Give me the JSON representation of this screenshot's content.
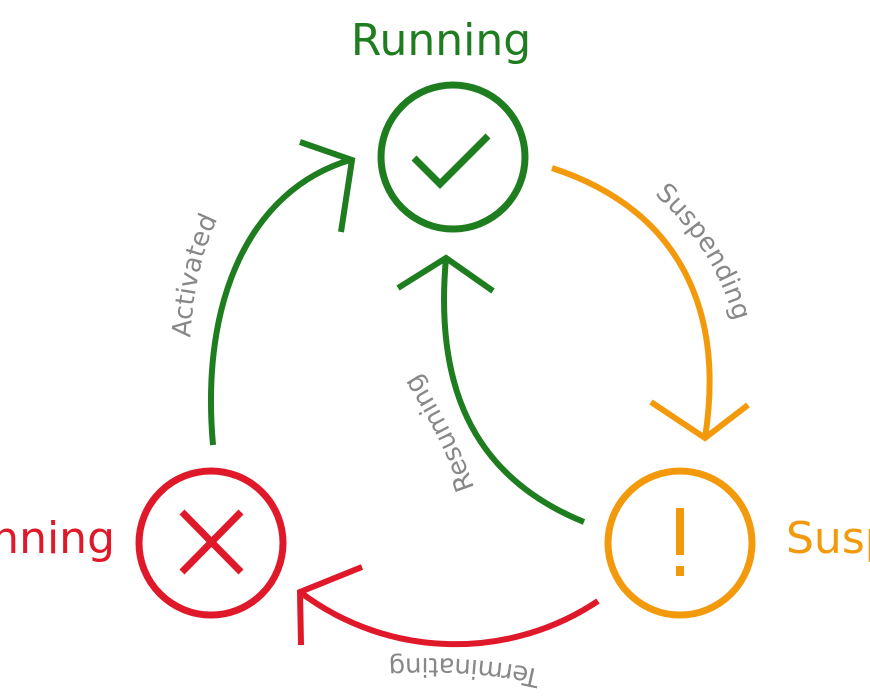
{
  "states": {
    "running": {
      "label": "Running",
      "color": "#1e7d1e",
      "icon": "check-icon"
    },
    "not_running": {
      "label": "Not Running",
      "color": "#e0192a",
      "icon": "x-icon"
    },
    "suspended": {
      "label": "Suspended",
      "color": "#f39a0c",
      "icon": "exclamation-icon"
    }
  },
  "transitions": {
    "activated": {
      "label": "Activated",
      "color": "#1e7d1e"
    },
    "suspending": {
      "label": "Suspending",
      "color": "#f39a0c"
    },
    "resuming": {
      "label": "Resuming",
      "color": "#1e7d1e"
    },
    "terminating": {
      "label": "Terminating",
      "color": "#e0192a"
    }
  }
}
